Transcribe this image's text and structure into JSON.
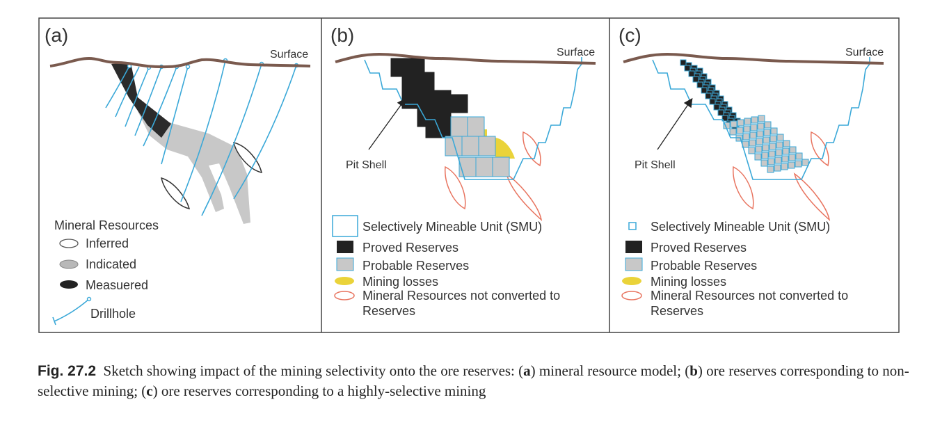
{
  "panels": {
    "a": {
      "letter": "(a)",
      "surface": "Surface"
    },
    "b": {
      "letter": "(b)",
      "surface": "Surface",
      "pit_label": "Pit Shell"
    },
    "c": {
      "letter": "(c)",
      "surface": "Surface",
      "pit_label": "Pit Shell"
    }
  },
  "legend_a": {
    "heading": "Mineral Resources",
    "items": [
      "Inferred",
      "Indicated",
      "Measuered"
    ],
    "drillhole": "Drillhole"
  },
  "legend_bc": {
    "smu": "Selectively Mineable Unit (SMU)",
    "proved": "Proved Reserves",
    "probable": "Probable Reserves",
    "losses": "Mining losses",
    "not_converted_line1": "Mineral Resources not converted to",
    "not_converted_line2": "Reserves"
  },
  "colors": {
    "surface": "#7a5a4e",
    "drillhole": "#3aa8d8",
    "measured": "#222222",
    "indicated": "#c8c8c8",
    "inferred_outline": "#333333",
    "not_converted": "#e8735e",
    "losses": "#ead33a",
    "smu": "#3aa8d8"
  },
  "caption": {
    "label": "Fig. 27.2",
    "part1": "Sketch showing impact of the mining selectivity onto the ore reserves: (",
    "a": "a",
    "part2": ") mineral resource model; (",
    "b": "b",
    "part3": ") ore reserves corresponding to non-selective mining; (",
    "c": "c",
    "part4": ") ore reserves corresponding to a highly-selective mining"
  }
}
